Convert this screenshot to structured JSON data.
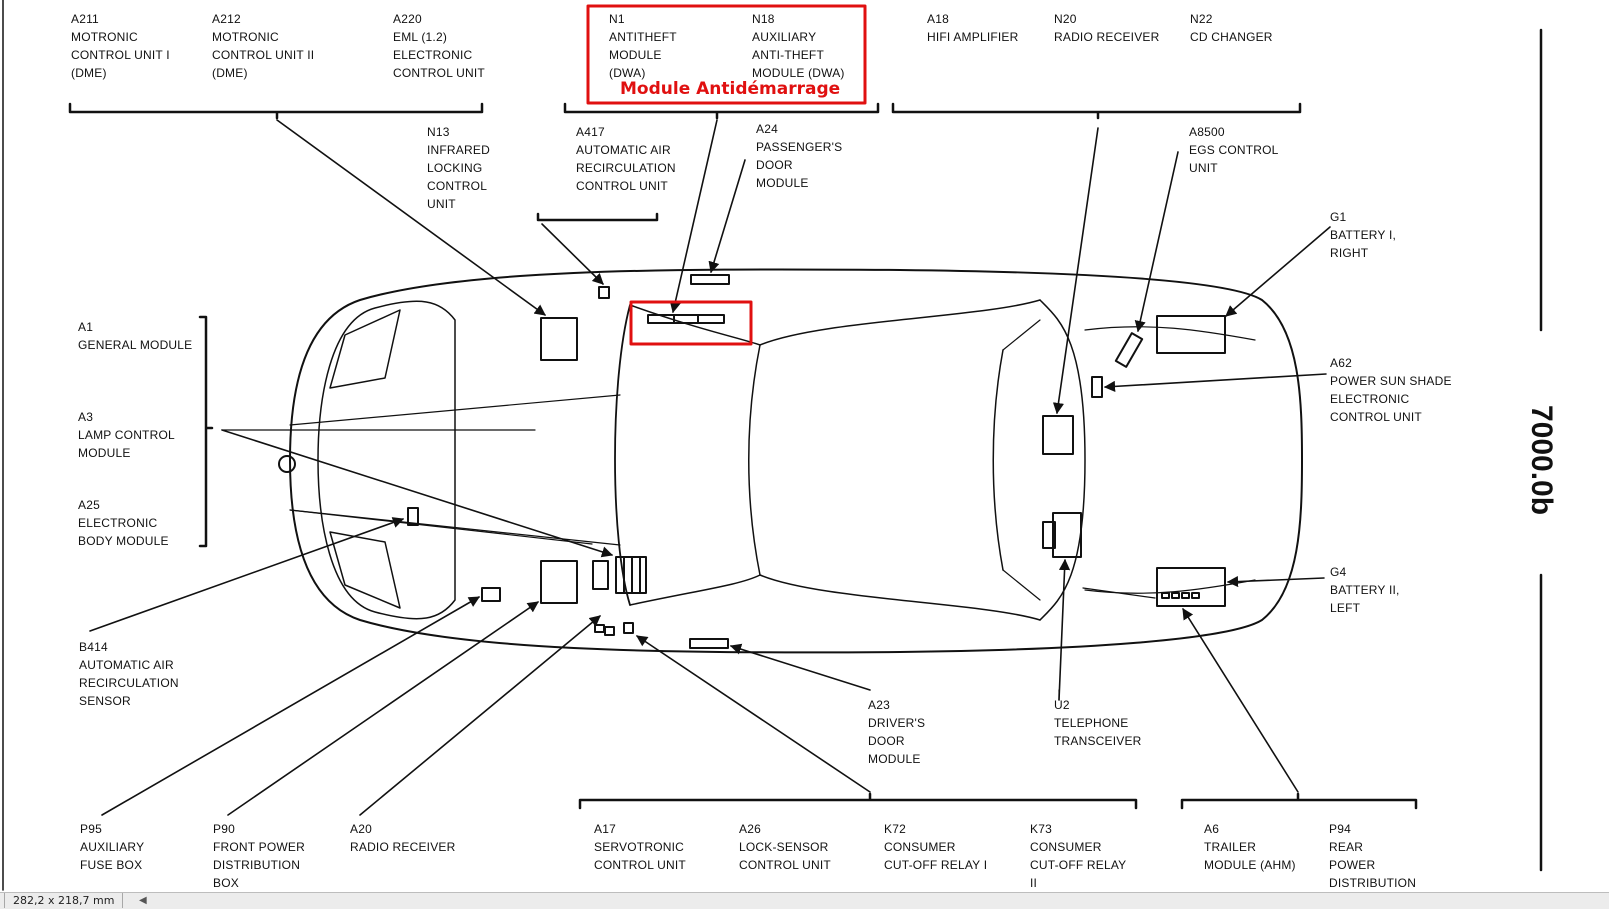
{
  "annotation": {
    "text": "Module Antidémarrage",
    "color": "#e01010"
  },
  "page_code": "7000.0b",
  "status_bar": {
    "size_text": "282,2 x 218,7 mm"
  },
  "labels": {
    "A211": [
      "A211",
      "MOTRONIC",
      "CONTROL UNIT I",
      "(DME)"
    ],
    "A212": [
      "A212",
      "MOTRONIC",
      "CONTROL UNIT II",
      "(DME)"
    ],
    "A220": [
      "A220",
      "EML (1.2)",
      "ELECTRONIC",
      "CONTROL UNIT"
    ],
    "N1": [
      "N1",
      "ANTITHEFT",
      "MODULE",
      "(DWA)"
    ],
    "N18": [
      "N18",
      "AUXILIARY",
      "ANTI-THEFT",
      "MODULE (DWA)"
    ],
    "A18": [
      "A18",
      "HIFI AMPLIFIER"
    ],
    "N20": [
      "N20",
      "RADIO RECEIVER"
    ],
    "N22": [
      "N22",
      "CD CHANGER"
    ],
    "N13": [
      "N13",
      "INFRARED",
      "LOCKING",
      "CONTROL",
      "UNIT"
    ],
    "A417": [
      "A417",
      "AUTOMATIC AIR",
      "RECIRCULATION",
      "CONTROL UNIT"
    ],
    "A24": [
      "A24",
      "PASSENGER'S",
      "DOOR",
      "MODULE"
    ],
    "A8500": [
      "A8500",
      "EGS CONTROL",
      "UNIT"
    ],
    "G1": [
      "G1",
      "BATTERY I,",
      "RIGHT"
    ],
    "A1": [
      "A1",
      "GENERAL MODULE"
    ],
    "A3": [
      "A3",
      "LAMP CONTROL",
      "MODULE"
    ],
    "A25": [
      "A25",
      "ELECTRONIC",
      "BODY MODULE"
    ],
    "A62": [
      "A62",
      "POWER SUN SHADE",
      "ELECTRONIC",
      "CONTROL UNIT"
    ],
    "G4": [
      "G4",
      "BATTERY II,",
      "LEFT"
    ],
    "B414": [
      "B414",
      "AUTOMATIC AIR",
      "RECIRCULATION",
      "SENSOR"
    ],
    "A23": [
      "A23",
      "DRIVER'S",
      "DOOR",
      "MODULE"
    ],
    "U2": [
      "U2",
      "TELEPHONE",
      "TRANSCEIVER"
    ],
    "P95": [
      "P95",
      "AUXILIARY",
      "FUSE BOX"
    ],
    "P90": [
      "P90",
      "FRONT POWER",
      "DISTRIBUTION",
      "BOX"
    ],
    "A20": [
      "A20",
      "RADIO RECEIVER"
    ],
    "A17": [
      "A17",
      "SERVOTRONIC",
      "CONTROL UNIT"
    ],
    "A26": [
      "A26",
      "LOCK-SENSOR",
      "CONTROL UNIT"
    ],
    "K72": [
      "K72",
      "CONSUMER",
      "CUT-OFF RELAY I"
    ],
    "K73": [
      "K73",
      "CONSUMER",
      "CUT-OFF RELAY",
      "II"
    ],
    "A6": [
      "A6",
      "TRAILER",
      "MODULE (AHM)"
    ],
    "P94": [
      "P94",
      "REAR",
      "POWER",
      "DISTRIBUTION"
    ]
  }
}
